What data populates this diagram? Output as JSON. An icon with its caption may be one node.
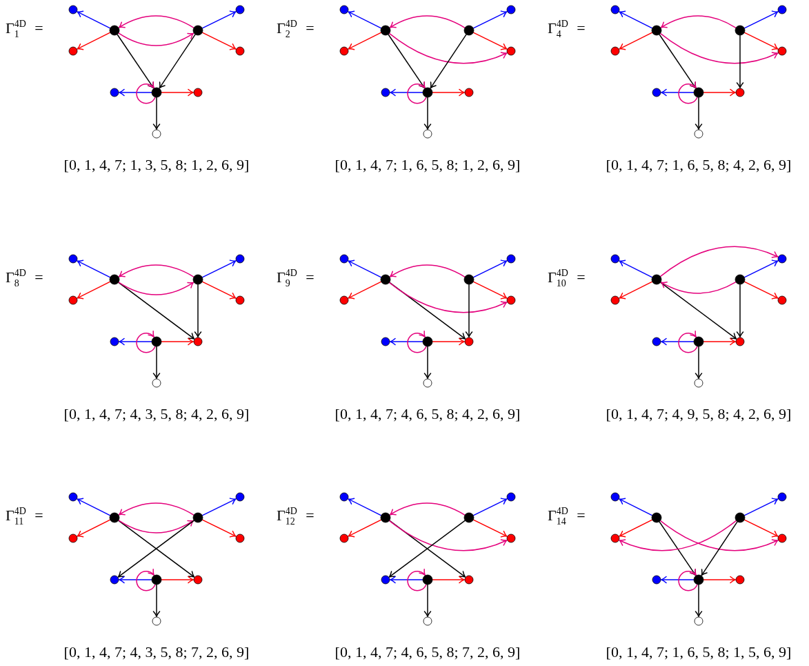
{
  "diagram": {
    "nodes": [
      {
        "text": [],
        "shape": "circle"
      },
      {
        "text": [],
        "shape": "circle"
      },
      {
        "text": [],
        "shape": "circle"
      },
      {
        "text": [],
        "shape": "circle"
      },
      {
        "text": [],
        "shape": "circle"
      },
      {
        "text": [],
        "shape": "circle"
      },
      {
        "text": [],
        "shape": "circle"
      },
      {
        "text": [],
        "shape": "circle"
      },
      {
        "text": [],
        "shape": "circle"
      },
      {
        "text": [],
        "shape": "circle"
      },
      {
        "text": [],
        "shape": "circle"
      },
      {
        "text": [],
        "shape": "circle"
      },
      {
        "text": [],
        "shape": "circle"
      },
      {
        "text": [],
        "shape": "circle"
      },
      {
        "text": [],
        "shape": "circle"
      },
      {
        "text": [],
        "shape": "circle"
      },
      {
        "text": [],
        "shape": "circle"
      },
      {
        "text": [],
        "shape": "circle"
      },
      {
        "text": [],
        "shape": "circle"
      },
      {
        "text": [],
        "shape": "circle"
      },
      {
        "text": [],
        "shape": "circle"
      },
      {
        "text": [],
        "shape": "circle"
      },
      {
        "text": [],
        "shape": "circle"
      },
      {
        "text": [],
        "shape": "circle"
      },
      {
        "text": [],
        "shape": "circle"
      },
      {
        "text": [],
        "shape": "circle"
      },
      {
        "text": [],
        "shape": "circle"
      },
      {
        "text": [],
        "shape": "circle"
      },
      {
        "text": [],
        "shape": "circle"
      },
      {
        "text": [],
        "shape": "circle"
      },
      {
        "text": [],
        "shape": "circle"
      },
      {
        "text": [],
        "shape": "circle"
      },
      {
        "text": [],
        "shape": "circle"
      },
      {
        "text": [],
        "shape": "circle"
      },
      {
        "text": [],
        "shape": "circle"
      },
      {
        "text": [],
        "shape": "circle"
      },
      {
        "text": [],
        "shape": "circle"
      },
      {
        "text": [],
        "shape": "circle"
      },
      {
        "text": [],
        "shape": "circle"
      },
      {
        "text": [],
        "shape": "circle"
      },
      {
        "text": [],
        "shape": "circle"
      },
      {
        "text": [],
        "shape": "circle"
      },
      {
        "text": [],
        "shape": "circle"
      },
      {
        "text": [],
        "shape": "circle"
      },
      {
        "text": [],
        "shape": "circle"
      },
      {
        "text": [],
        "shape": "circle"
      },
      {
        "text": [],
        "shape": "circle"
      },
      {
        "text": [],
        "shape": "circle"
      },
      {
        "text": [],
        "shape": "circle"
      },
      {
        "text": [],
        "shape": "circle"
      },
      {
        "text": [],
        "shape": "circle"
      },
      {
        "text": [],
        "shape": "circle"
      },
      {
        "text": [],
        "shape": "circle"
      },
      {
        "text": [],
        "shape": "circle"
      },
      {
        "text": [],
        "shape": "circle"
      },
      {
        "text": [],
        "shape": "circle"
      },
      {
        "text": [],
        "shape": "circle"
      },
      {
        "text": [],
        "shape": "circle"
      },
      {
        "text": [],
        "shape": "circle"
      },
      {
        "text": [],
        "shape": "circle"
      },
      {
        "text": [],
        "shape": "circle"
      },
      {
        "text": [],
        "shape": "circle"
      },
      {
        "text": [],
        "shape": "circle"
      },
      {
        "text": [],
        "shape": "circle"
      },
      {
        "text": [],
        "shape": "circle"
      },
      {
        "text": [],
        "shape": "circle"
      },
      {
        "text": [],
        "shape": "circle"
      },
      {
        "text": [],
        "shape": "circle"
      },
      {
        "text": [],
        "shape": "circle"
      },
      {
        "text": [],
        "shape": "circle"
      },
      {
        "text": [],
        "shape": "circle"
      },
      {
        "text": [],
        "shape": "circle"
      },
      {
        "text": [],
        "shape": "circle"
      },
      {
        "text": [],
        "shape": "circle"
      },
      {
        "text": [],
        "shape": "circle"
      },
      {
        "text": [],
        "shape": "circle"
      },
      {
        "text": [],
        "shape": "circle"
      },
      {
        "text": [],
        "shape": "circle"
      },
      {
        "text": [],
        "shape": "circle"
      },
      {
        "text": [],
        "shape": "circle"
      },
      {
        "text": [],
        "shape": "circle"
      },
      {
        "text": [],
        "shape": "circle"
      },
      {
        "text": [],
        "shape": "circle"
      },
      {
        "text": [],
        "shape": "circle"
      },
      {
        "text": [],
        "shape": "circle"
      },
      {
        "text": [],
        "shape": "circle"
      },
      {
        "text": [],
        "shape": "circle"
      },
      {
        "text": [],
        "shape": "circle"
      },
      {
        "text": [],
        "shape": "circle"
      },
      {
        "text": [],
        "shape": "circle"
      }
    ],
    "edges": [
      {
        "from": 2,
        "to": 0,
        "arrow": "to",
        "color": "#0000ff"
      },
      {
        "from": 2,
        "to": 4,
        "arrow": "to",
        "color": "#ff0000"
      },
      {
        "from": 2,
        "to": 7,
        "arrow": "to",
        "color": "#000000"
      },
      {
        "from": 2,
        "to": 3,
        "arrow": "to",
        "color": "#e4007c"
      },
      {
        "from": 3,
        "to": 1,
        "arrow": "to",
        "color": "#0000ff"
      },
      {
        "from": 3,
        "to": 5,
        "arrow": "to",
        "color": "#ff0000"
      },
      {
        "from": 3,
        "to": 7,
        "arrow": "to",
        "color": "#000000"
      },
      {
        "from": 3,
        "to": 2,
        "arrow": "to",
        "color": "#e4007c"
      },
      {
        "from": 7,
        "to": 6,
        "arrow": "to",
        "color": "#0000ff"
      },
      {
        "from": 7,
        "to": 8,
        "arrow": "to",
        "color": "#ff0000"
      },
      {
        "from": 7,
        "to": 9,
        "arrow": "to",
        "color": "#000000"
      },
      {
        "from": 7,
        "to": 7,
        "arrow": "to",
        "color": "#e4007c"
      },
      {
        "from": 12,
        "to": 10,
        "arrow": "to",
        "color": "#0000ff"
      },
      {
        "from": 12,
        "to": 14,
        "arrow": "to",
        "color": "#ff0000"
      },
      {
        "from": 12,
        "to": 17,
        "arrow": "to",
        "color": "#000000"
      },
      {
        "from": 12,
        "to": 15,
        "arrow": "to",
        "color": "#e4007c"
      },
      {
        "from": 13,
        "to": 11,
        "arrow": "to",
        "color": "#0000ff"
      },
      {
        "from": 13,
        "to": 15,
        "arrow": "to",
        "color": "#ff0000"
      },
      {
        "from": 13,
        "to": 17,
        "arrow": "to",
        "color": "#000000"
      },
      {
        "from": 13,
        "to": 12,
        "arrow": "to",
        "color": "#e4007c"
      },
      {
        "from": 17,
        "to": 16,
        "arrow": "to",
        "color": "#0000ff"
      },
      {
        "from": 17,
        "to": 18,
        "arrow": "to",
        "color": "#ff0000"
      },
      {
        "from": 17,
        "to": 19,
        "arrow": "to",
        "color": "#000000"
      },
      {
        "from": 17,
        "to": 17,
        "arrow": "to",
        "color": "#e4007c"
      },
      {
        "from": 22,
        "to": 20,
        "arrow": "to",
        "color": "#0000ff"
      },
      {
        "from": 22,
        "to": 24,
        "arrow": "to",
        "color": "#ff0000"
      },
      {
        "from": 22,
        "to": 27,
        "arrow": "to",
        "color": "#000000"
      },
      {
        "from": 22,
        "to": 25,
        "arrow": "to",
        "color": "#e4007c"
      },
      {
        "from": 23,
        "to": 21,
        "arrow": "to",
        "color": "#0000ff"
      },
      {
        "from": 23,
        "to": 25,
        "arrow": "to",
        "color": "#ff0000"
      },
      {
        "from": 23,
        "to": 28,
        "arrow": "to",
        "color": "#000000"
      },
      {
        "from": 23,
        "to": 22,
        "arrow": "to",
        "color": "#e4007c"
      },
      {
        "from": 27,
        "to": 26,
        "arrow": "to",
        "color": "#0000ff"
      },
      {
        "from": 27,
        "to": 28,
        "arrow": "to",
        "color": "#ff0000"
      },
      {
        "from": 27,
        "to": 29,
        "arrow": "to",
        "color": "#000000"
      },
      {
        "from": 27,
        "to": 27,
        "arrow": "to",
        "color": "#e4007c"
      },
      {
        "from": 32,
        "to": 30,
        "arrow": "to",
        "color": "#0000ff"
      },
      {
        "from": 32,
        "to": 34,
        "arrow": "to",
        "color": "#ff0000"
      },
      {
        "from": 32,
        "to": 38,
        "arrow": "to",
        "color": "#000000"
      },
      {
        "from": 32,
        "to": 33,
        "arrow": "to",
        "color": "#e4007c"
      },
      {
        "from": 33,
        "to": 31,
        "arrow": "to",
        "color": "#0000ff"
      },
      {
        "from": 33,
        "to": 35,
        "arrow": "to",
        "color": "#ff0000"
      },
      {
        "from": 33,
        "to": 38,
        "arrow": "to",
        "color": "#000000"
      },
      {
        "from": 33,
        "to": 32,
        "arrow": "to",
        "color": "#e4007c"
      },
      {
        "from": 37,
        "to": 36,
        "arrow": "to",
        "color": "#0000ff"
      },
      {
        "from": 37,
        "to": 38,
        "arrow": "to",
        "color": "#ff0000"
      },
      {
        "from": 37,
        "to": 39,
        "arrow": "to",
        "color": "#000000"
      },
      {
        "from": 37,
        "to": 37,
        "arrow": "to",
        "color": "#e4007c"
      },
      {
        "from": 42,
        "to": 40,
        "arrow": "to",
        "color": "#0000ff"
      },
      {
        "from": 42,
        "to": 44,
        "arrow": "to",
        "color": "#ff0000"
      },
      {
        "from": 42,
        "to": 48,
        "arrow": "to",
        "color": "#000000"
      },
      {
        "from": 42,
        "to": 45,
        "arrow": "to",
        "color": "#e4007c"
      },
      {
        "from": 43,
        "to": 41,
        "arrow": "to",
        "color": "#0000ff"
      },
      {
        "from": 43,
        "to": 45,
        "arrow": "to",
        "color": "#ff0000"
      },
      {
        "from": 43,
        "to": 48,
        "arrow": "to",
        "color": "#000000"
      },
      {
        "from": 43,
        "to": 42,
        "arrow": "to",
        "color": "#e4007c"
      },
      {
        "from": 47,
        "to": 46,
        "arrow": "to",
        "color": "#0000ff"
      },
      {
        "from": 47,
        "to": 48,
        "arrow": "to",
        "color": "#ff0000"
      },
      {
        "from": 47,
        "to": 49,
        "arrow": "to",
        "color": "#000000"
      },
      {
        "from": 47,
        "to": 47,
        "arrow": "to",
        "color": "#e4007c"
      },
      {
        "from": 52,
        "to": 50,
        "arrow": "to",
        "color": "#0000ff"
      },
      {
        "from": 52,
        "to": 54,
        "arrow": "to",
        "color": "#ff0000"
      },
      {
        "from": 52,
        "to": 58,
        "arrow": "to",
        "color": "#000000"
      },
      {
        "from": 52,
        "to": 51,
        "arrow": "to",
        "color": "#e4007c"
      },
      {
        "from": 53,
        "to": 51,
        "arrow": "to",
        "color": "#0000ff"
      },
      {
        "from": 53,
        "to": 55,
        "arrow": "to",
        "color": "#ff0000"
      },
      {
        "from": 53,
        "to": 58,
        "arrow": "to",
        "color": "#000000"
      },
      {
        "from": 53,
        "to": 52,
        "arrow": "to",
        "color": "#e4007c"
      },
      {
        "from": 57,
        "to": 56,
        "arrow": "to",
        "color": "#0000ff"
      },
      {
        "from": 57,
        "to": 58,
        "arrow": "to",
        "color": "#ff0000"
      },
      {
        "from": 57,
        "to": 59,
        "arrow": "to",
        "color": "#000000"
      },
      {
        "from": 57,
        "to": 57,
        "arrow": "to",
        "color": "#e4007c"
      },
      {
        "from": 62,
        "to": 60,
        "arrow": "to",
        "color": "#0000ff"
      },
      {
        "from": 62,
        "to": 64,
        "arrow": "to",
        "color": "#ff0000"
      },
      {
        "from": 62,
        "to": 68,
        "arrow": "to",
        "color": "#000000"
      },
      {
        "from": 62,
        "to": 63,
        "arrow": "to",
        "color": "#e4007c"
      },
      {
        "from": 63,
        "to": 61,
        "arrow": "to",
        "color": "#0000ff"
      },
      {
        "from": 63,
        "to": 65,
        "arrow": "to",
        "color": "#ff0000"
      },
      {
        "from": 63,
        "to": 66,
        "arrow": "to",
        "color": "#000000"
      },
      {
        "from": 63,
        "to": 62,
        "arrow": "to",
        "color": "#e4007c"
      },
      {
        "from": 67,
        "to": 66,
        "arrow": "to",
        "color": "#0000ff"
      },
      {
        "from": 67,
        "to": 68,
        "arrow": "to",
        "color": "#ff0000"
      },
      {
        "from": 67,
        "to": 69,
        "arrow": "to",
        "color": "#000000"
      },
      {
        "from": 67,
        "to": 67,
        "arrow": "to",
        "color": "#e4007c"
      },
      {
        "from": 72,
        "to": 70,
        "arrow": "to",
        "color": "#0000ff"
      },
      {
        "from": 72,
        "to": 74,
        "arrow": "to",
        "color": "#ff0000"
      },
      {
        "from": 72,
        "to": 78,
        "arrow": "to",
        "color": "#000000"
      },
      {
        "from": 72,
        "to": 75,
        "arrow": "to",
        "color": "#e4007c"
      },
      {
        "from": 73,
        "to": 71,
        "arrow": "to",
        "color": "#0000ff"
      },
      {
        "from": 73,
        "to": 75,
        "arrow": "to",
        "color": "#ff0000"
      },
      {
        "from": 73,
        "to": 76,
        "arrow": "to",
        "color": "#000000"
      },
      {
        "from": 73,
        "to": 72,
        "arrow": "to",
        "color": "#e4007c"
      },
      {
        "from": 77,
        "to": 76,
        "arrow": "to",
        "color": "#0000ff"
      },
      {
        "from": 77,
        "to": 78,
        "arrow": "to",
        "color": "#ff0000"
      },
      {
        "from": 77,
        "to": 79,
        "arrow": "to",
        "color": "#000000"
      },
      {
        "from": 77,
        "to": 77,
        "arrow": "to",
        "color": "#e4007c"
      },
      {
        "from": 82,
        "to": 80,
        "arrow": "to",
        "color": "#0000ff"
      },
      {
        "from": 82,
        "to": 84,
        "arrow": "to",
        "color": "#ff0000"
      },
      {
        "from": 82,
        "to": 87,
        "arrow": "to",
        "color": "#000000"
      },
      {
        "from": 82,
        "to": 85,
        "arrow": "to",
        "color": "#e4007c"
      },
      {
        "from": 83,
        "to": 81,
        "arrow": "to",
        "color": "#0000ff"
      },
      {
        "from": 83,
        "to": 85,
        "arrow": "to",
        "color": "#ff0000"
      },
      {
        "from": 83,
        "to": 87,
        "arrow": "to",
        "color": "#000000"
      },
      {
        "from": 83,
        "to": 84,
        "arrow": "to",
        "color": "#e4007c"
      },
      {
        "from": 87,
        "to": 86,
        "arrow": "to",
        "color": "#0000ff"
      },
      {
        "from": 87,
        "to": 88,
        "arrow": "to",
        "color": "#ff0000"
      },
      {
        "from": 87,
        "to": 89,
        "arrow": "to",
        "color": "#000000"
      },
      {
        "from": 87,
        "to": 87,
        "arrow": "to",
        "color": "#e4007c"
      }
    ],
    "labels": [
      "Γ$^{4D}$$_{1}$ =",
      "Γ$^{4D}$$_{2}$ =",
      "Γ$^{4D}$$_{4}$ =",
      "[0, 1, 4, 7; 1, 3, 5, 8; 1, 2, 6, 9]",
      "[0, 1, 4, 7; 1, 6, 5, 8; 1, 2, 6, 9]",
      "[0, 1, 4, 7; 1, 6, 5, 8; 4, 2, 6, 9]",
      "Γ$^{4D}$$_{8}$ =",
      "Γ$^{4D}$$_{9}$ =",
      "Γ$^{4D}$$_{10}$ =",
      "[0, 1, 4, 7; 4, 3, 5, 8; 4, 2, 6, 9]",
      "[0, 1, 4, 7; 4, 6, 5, 8; 4, 2, 6, 9]",
      "[0, 1, 4, 7; 4, 9, 5, 8; 4, 2, 6, 9]",
      "Γ$^{4D}$$_{11}$ =",
      "Γ$^{4D}$$_{12}$ =",
      "Γ$^{4D}$$_{14}$ =",
      "[0, 1, 4, 7; 4, 3, 5, 8; 7, 2, 6, 9]",
      "[0, 1, 4, 7; 4, 6, 5, 8; 7, 2, 6, 9]",
      "[0, 1, 4, 7; 1, 6, 5, 8; 1, 5, 6, 9]"
    ]
  }
}
